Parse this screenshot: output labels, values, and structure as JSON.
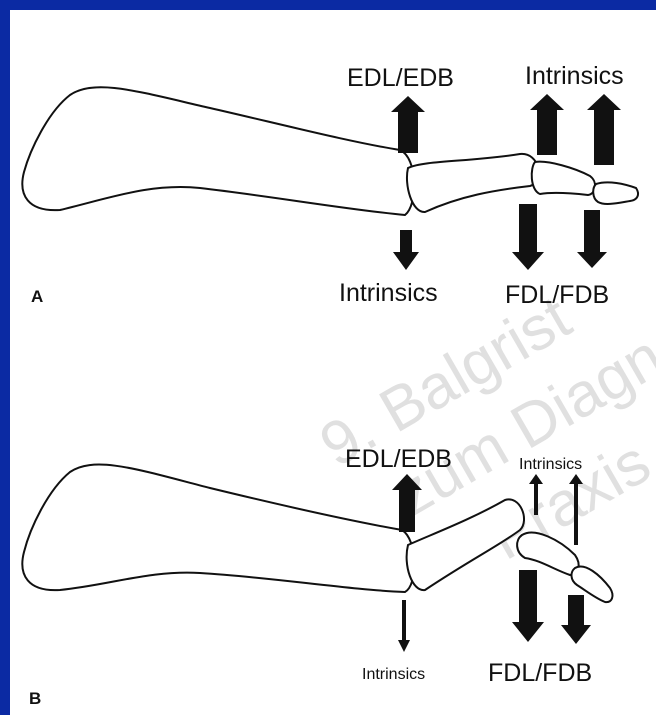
{
  "panels": [
    {
      "letter": "A",
      "labels": {
        "extensor": "EDL/EDB",
        "intrinsics_top": "Intrinsics",
        "intrinsics_bottom": "Intrinsics",
        "flexor": "FDL/FDB"
      }
    },
    {
      "letter": "B",
      "labels": {
        "extensor": "EDL/EDB",
        "intrinsics_top": "Intrinsics",
        "intrinsics_bottom": "Intrinsics",
        "flexor": "FDL/FDB"
      }
    }
  ],
  "watermark": {
    "line1": "9. Balgrist",
    "line2": "zum Diagnose",
    "line3": "Praxis d"
  },
  "colors": {
    "frame": "#0b2aa3",
    "ink": "#111111",
    "watermark": "#c8c8c8"
  }
}
